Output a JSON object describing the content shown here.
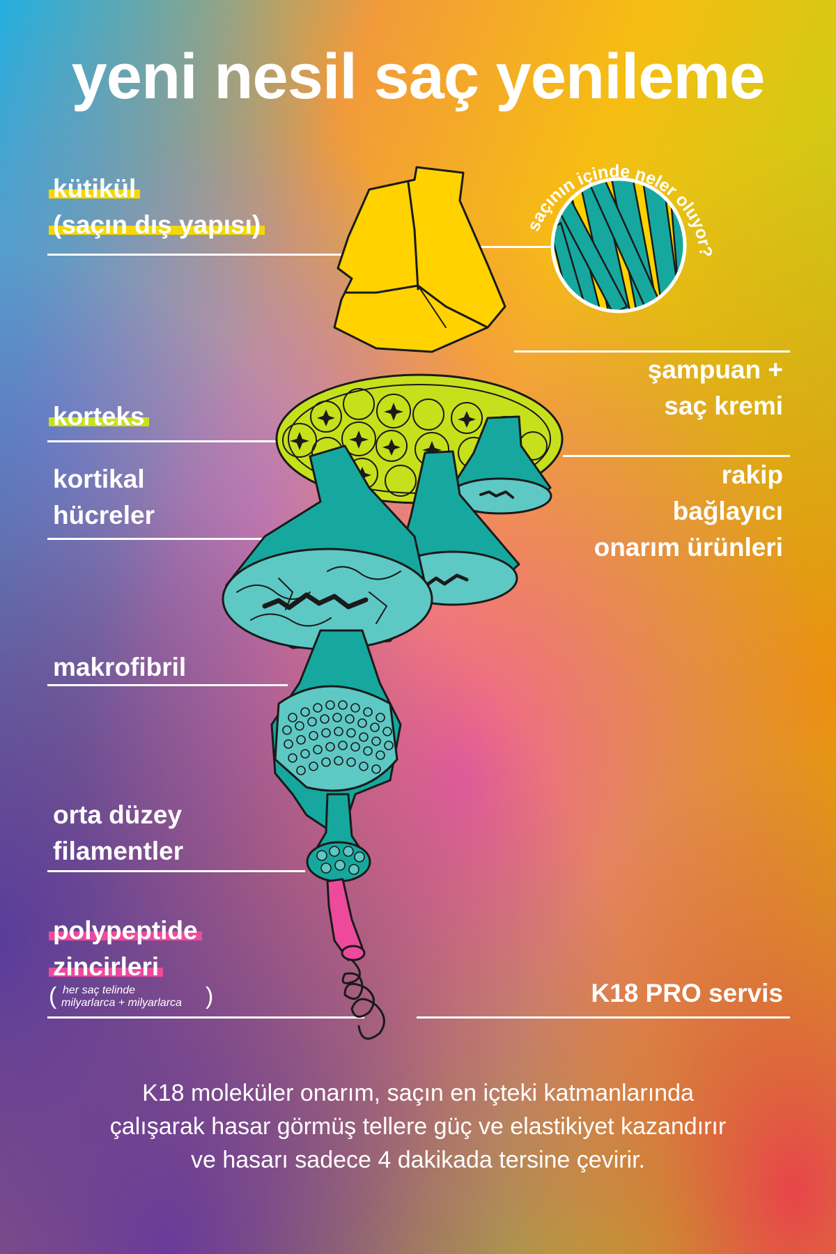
{
  "title": "yeni nesil saç yenileme",
  "circle_caption": "saçının içinde neler oluyor?",
  "labels_left": {
    "kutikul_line1": "kütikül",
    "kutikul_line2": "(saçın dış yapısı)",
    "korteks": "korteks",
    "kortikal_line1": "kortikal",
    "kortikal_line2": "hücreler",
    "makrofibril": "makrofibril",
    "orta_line1": "orta düzey",
    "orta_line2": "filamentler",
    "poly_line1": "polypeptide",
    "poly_line2": "zincirleri",
    "note_line1": "her saç telinde",
    "note_line2": "milyarlarca + milyarlarca"
  },
  "labels_right": {
    "sampuan_line1": "şampuan +",
    "sampuan_line2": "saç kremi",
    "rakip_line1": "rakip",
    "rakip_line2": "bağlayıcı",
    "rakip_line3": "onarım ürünleri",
    "k18": "K18 PRO servis"
  },
  "description": {
    "line1": "K18 moleküler onarım, saçın en içteki katmanlarında",
    "line2": "çalışarak hasar görmüş tellere güç ve elastikiyet kazandırır",
    "line3": "ve hasarı sadece 4 dakikada tersine çevirir."
  },
  "colors": {
    "cuticle_yellow": "#ffd200",
    "cortex_lime": "#c6e01c",
    "teal": "#16a89f",
    "teal_light": "#5ec8c4",
    "pink": "#ee4a9c",
    "outline": "#1a1a1a"
  }
}
